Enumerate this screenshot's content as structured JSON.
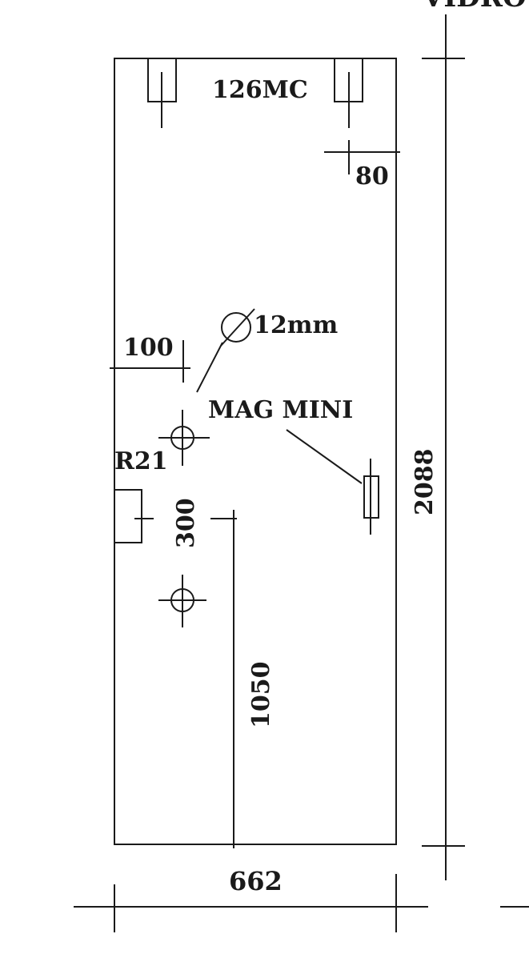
{
  "labels": {
    "header_cut": "VIDRO",
    "hinge_model": "126MC",
    "hinge_offset": "80",
    "hole_diameter": "12mm",
    "edge_offset": "100",
    "magnet_model": "MAG MINI",
    "lock_model": "R21",
    "hole_spacing": "300",
    "height_from_floor": "1050",
    "door_height": "2088",
    "door_width": "662"
  }
}
